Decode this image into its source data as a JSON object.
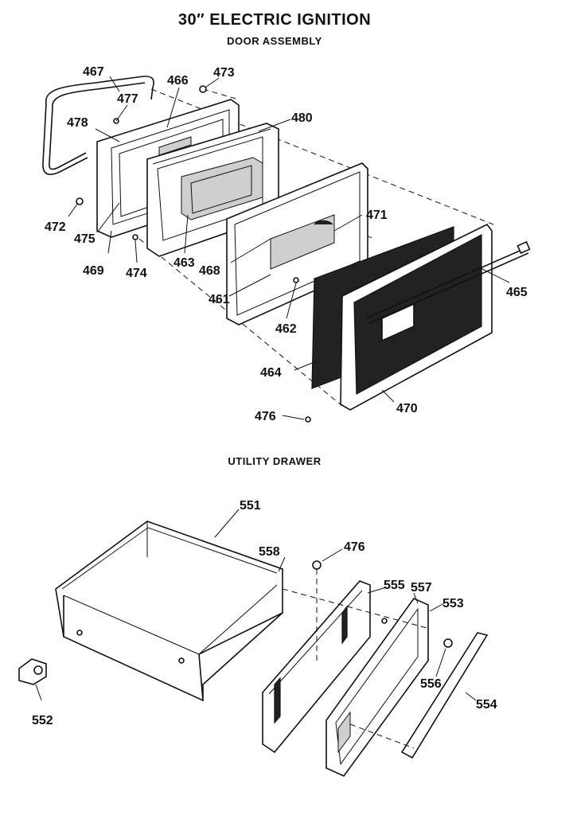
{
  "header": {
    "title": "30″ ELECTRIC IGNITION",
    "door_subtitle": "DOOR ASSEMBLY",
    "drawer_subtitle": "UTILITY DRAWER"
  },
  "door_parts": {
    "p467": "467",
    "p466": "466",
    "p473": "473",
    "p477": "477",
    "p478": "478",
    "p480": "480",
    "p471": "471",
    "p472": "472",
    "p475": "475",
    "p469": "469",
    "p474": "474",
    "p463": "463",
    "p468": "468",
    "p461": "461",
    "p462": "462",
    "p465": "465",
    "p464": "464",
    "p470": "470",
    "p476": "476"
  },
  "drawer_parts": {
    "p551": "551",
    "p558": "558",
    "p476": "476",
    "p555": "555",
    "p557": "557",
    "p553": "553",
    "p556": "556",
    "p554": "554",
    "p552": "552"
  }
}
